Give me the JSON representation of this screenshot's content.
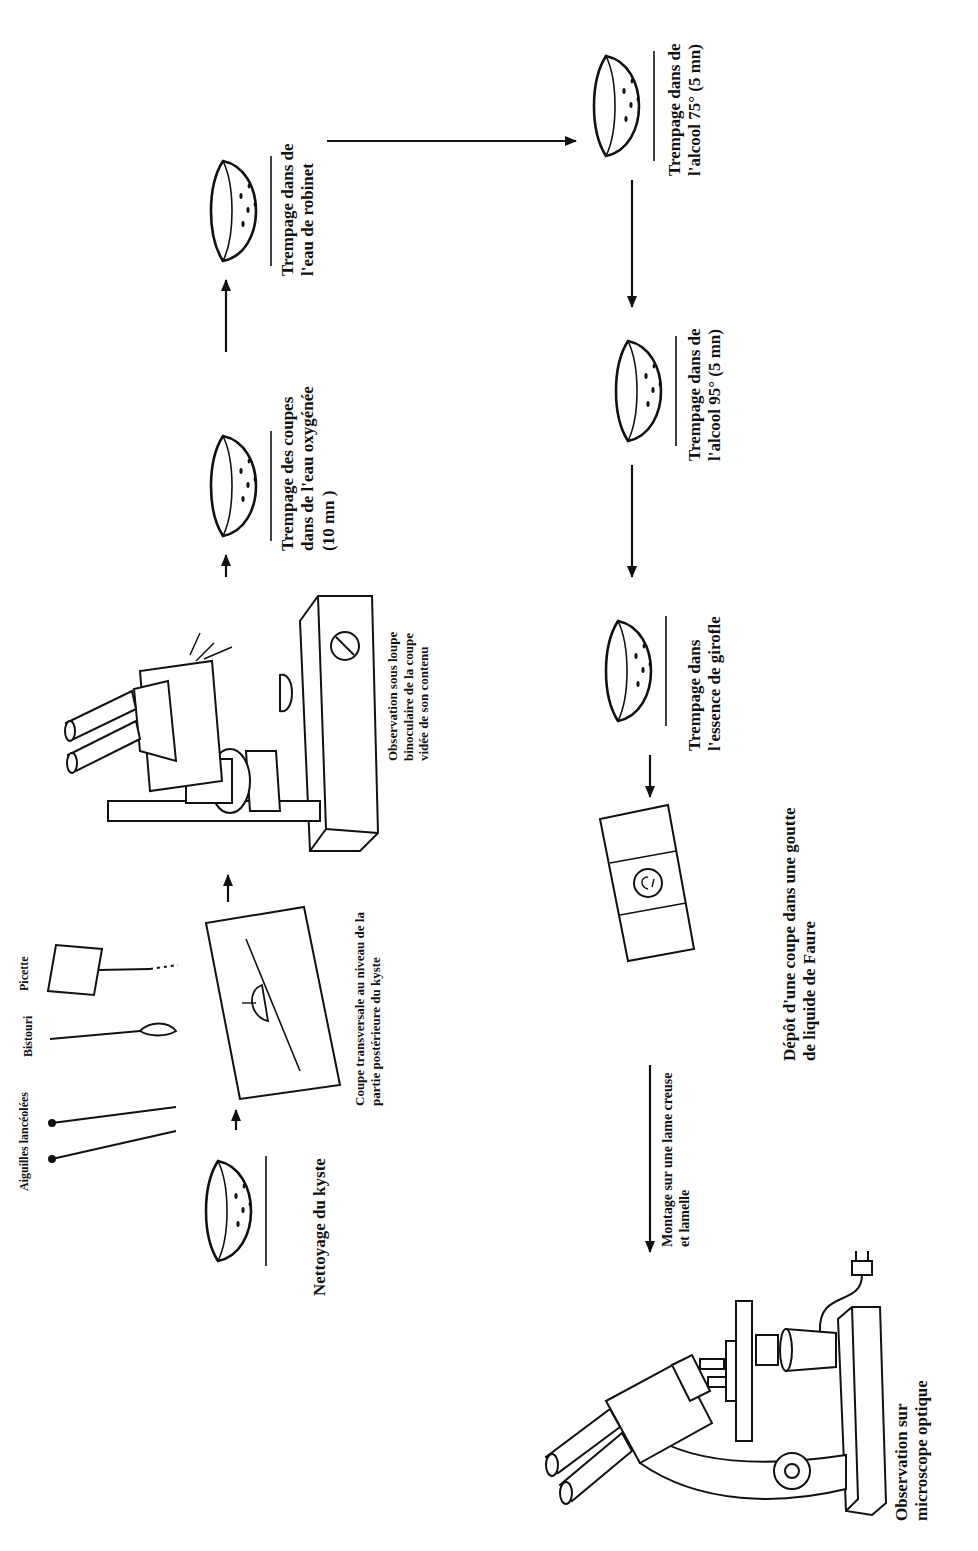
{
  "diagram": {
    "nodes": [
      {
        "text": [
          "Nettoyage du kyste"
        ]
      },
      {
        "text": [
          "Coupe transversale au niveau de la partie postérieure du kyste"
        ]
      },
      {
        "text": [
          "Observation sous loupe binoculaire de la coupe vidée de son contenu"
        ]
      },
      {
        "text": [
          "Trempage des coupes dans de l'eau oxygénée (10 mn )"
        ]
      },
      {
        "text": [
          "Trempage dans de l'eau de robinet"
        ]
      },
      {
        "text": [
          "Trempage dans de l'alcool 75° (5 mn)"
        ]
      },
      {
        "text": [
          "Trempage dans de l'alcool 95° (5 mn)"
        ]
      },
      {
        "text": [
          "Trempage dans l'essence de girofle"
        ]
      },
      {
        "text": [
          "Dépôt d'une coupe dans une goutte de liquide de Faure"
        ]
      },
      {
        "text": [
          "Observation sur microscope optique"
        ]
      }
    ],
    "edges": [
      {
        "from": 0,
        "to": 1,
        "arrow": "to"
      },
      {
        "from": 1,
        "to": 2,
        "arrow": "to"
      },
      {
        "from": 2,
        "to": 3,
        "arrow": "to"
      },
      {
        "from": 3,
        "to": 4,
        "arrow": "to"
      },
      {
        "from": 4,
        "to": 5,
        "arrow": "to"
      },
      {
        "from": 5,
        "to": 6,
        "arrow": "to"
      },
      {
        "from": 6,
        "to": 7,
        "arrow": "to"
      },
      {
        "from": 7,
        "to": 8,
        "arrow": "to"
      },
      {
        "from": 8,
        "to": 9,
        "label": "Montage sur une lame creuse et lamelle",
        "arrow": "to"
      }
    ],
    "labels": [
      "Aiguilles lancéolées",
      "Bistouri",
      "Picette"
    ]
  }
}
